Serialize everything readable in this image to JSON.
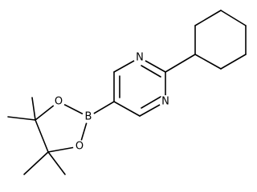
{
  "molecule": {
    "atoms": {
      "n_top": "N",
      "n_bottom": "N",
      "boron": "B",
      "oxygen_top": "O",
      "oxygen_bottom": "O"
    },
    "colors": {
      "bond": "#000000",
      "label": "#000000",
      "background": "#ffffff"
    }
  }
}
